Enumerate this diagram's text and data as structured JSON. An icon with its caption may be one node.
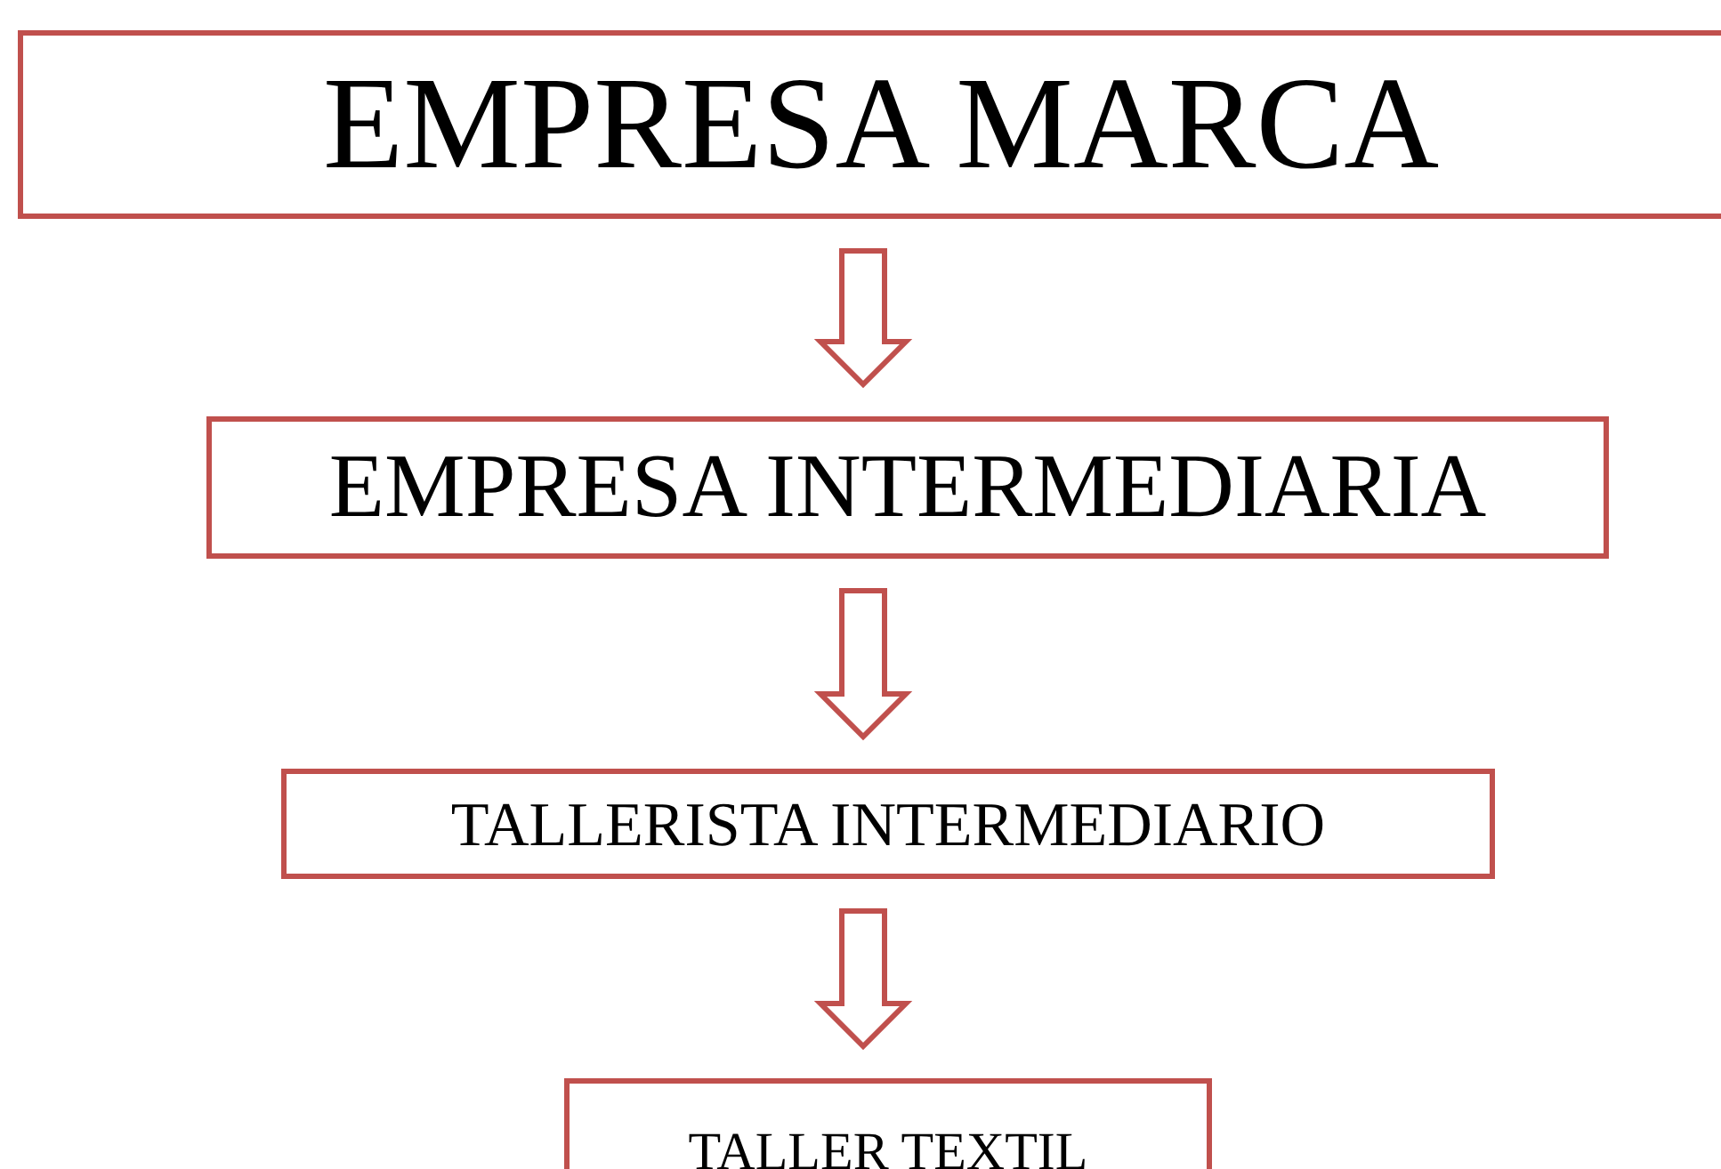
{
  "diagram": {
    "nodes": [
      {
        "text": [
          "EMPRESA MARCA"
        ]
      },
      {
        "text": [
          "EMPRESA INTERMEDIARIA"
        ]
      },
      {
        "text": [
          "TALLERISTA INTERMEDIARIO"
        ]
      },
      {
        "text": [
          "TALLER TEXTIL"
        ]
      }
    ],
    "edges": [
      {
        "from": 0,
        "to": 1,
        "arrow": "to"
      },
      {
        "from": 1,
        "to": 2,
        "arrow": "to"
      },
      {
        "from": 2,
        "to": 3,
        "arrow": "to"
      }
    ]
  }
}
